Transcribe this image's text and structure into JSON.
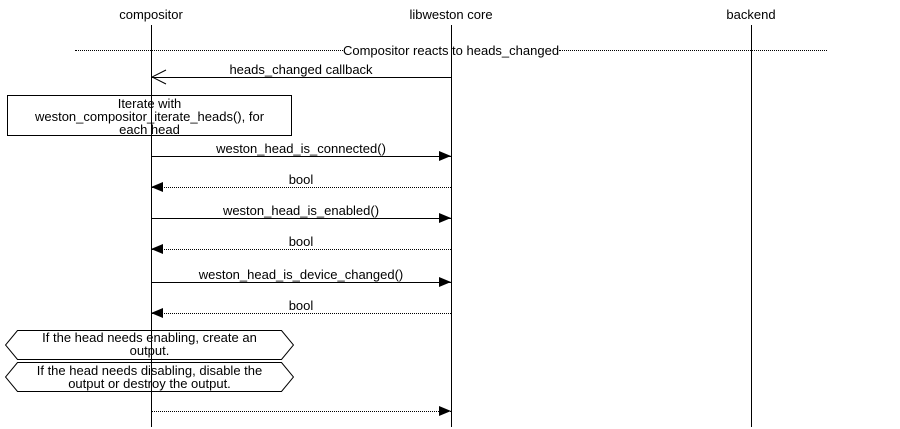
{
  "diagram": {
    "divider_title": "Compositor reacts to heads_changed",
    "actors": [
      {
        "name": "compositor"
      },
      {
        "name": "libweston core"
      },
      {
        "name": "backend"
      }
    ],
    "messages": [
      {
        "label": "heads_changed callback",
        "from": "libweston core",
        "to": "compositor",
        "line": "solid",
        "arrowhead": "open"
      },
      {
        "label": "weston_head_is_connected()",
        "from": "compositor",
        "to": "libweston core",
        "line": "solid",
        "arrowhead": "filled"
      },
      {
        "label": "bool",
        "from": "libweston core",
        "to": "compositor",
        "line": "dotted",
        "arrowhead": "filled"
      },
      {
        "label": "weston_head_is_enabled()",
        "from": "compositor",
        "to": "libweston core",
        "line": "solid",
        "arrowhead": "filled"
      },
      {
        "label": "bool",
        "from": "libweston core",
        "to": "compositor",
        "line": "dotted",
        "arrowhead": "filled"
      },
      {
        "label": "weston_head_is_device_changed()",
        "from": "compositor",
        "to": "libweston core",
        "line": "solid",
        "arrowhead": "filled"
      },
      {
        "label": "bool",
        "from": "libweston core",
        "to": "compositor",
        "line": "dotted",
        "arrowhead": "filled"
      },
      {
        "label": "",
        "from": "compositor",
        "to": "libweston core",
        "line": "dotted",
        "arrowhead": "filled"
      }
    ],
    "note": {
      "text": "Iterate with\nweston_compositor_iterate_heads(), for\neach head"
    },
    "conditions": [
      {
        "text": "If the head needs enabling, create an\noutput."
      },
      {
        "text": "If the head needs disabling, disable the\noutput or destroy the output."
      }
    ],
    "colors": {
      "line": "#000000",
      "background": "#ffffff"
    }
  }
}
